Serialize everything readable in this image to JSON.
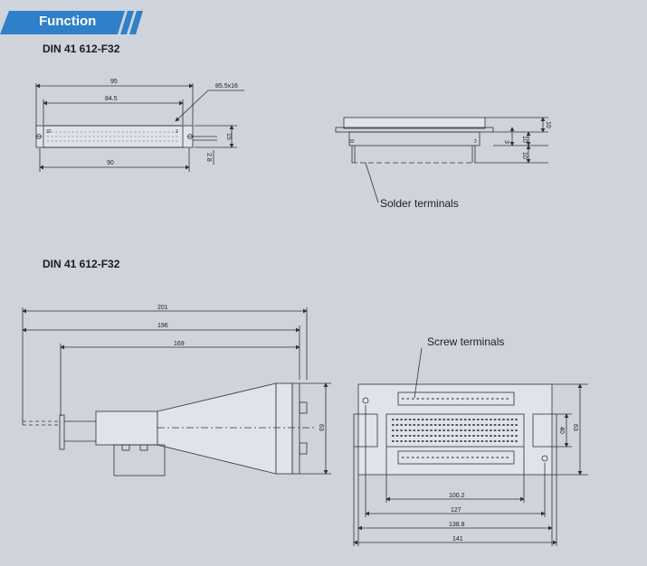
{
  "banner": {
    "title": "Function",
    "color": "#2f80c8"
  },
  "section1": {
    "heading": "DIN 41 612-F32"
  },
  "section2": {
    "heading": "DIN 41 612-F32"
  },
  "dims": {
    "top_front": {
      "w95": "95",
      "w84_5": "84.5",
      "hole": "85.5x16",
      "w90": "90",
      "h15": "15",
      "h2_8": "2.8",
      "pin_left": "32",
      "pin_right": "2"
    },
    "top_side": {
      "d10a": "10",
      "d3": "3",
      "d10b": "10",
      "d10c": "10",
      "label": "Solder terminals",
      "pin_left": "32",
      "pin_right": "2"
    },
    "bottom_side": {
      "d201": "201",
      "d196": "196",
      "d169": "169",
      "d63": "63"
    },
    "bottom_top": {
      "label": "Screw terminals",
      "d40": "40",
      "d63": "63",
      "d100_2": "100.2",
      "d127": "127",
      "d138_8": "138.8",
      "d141": "141"
    }
  }
}
